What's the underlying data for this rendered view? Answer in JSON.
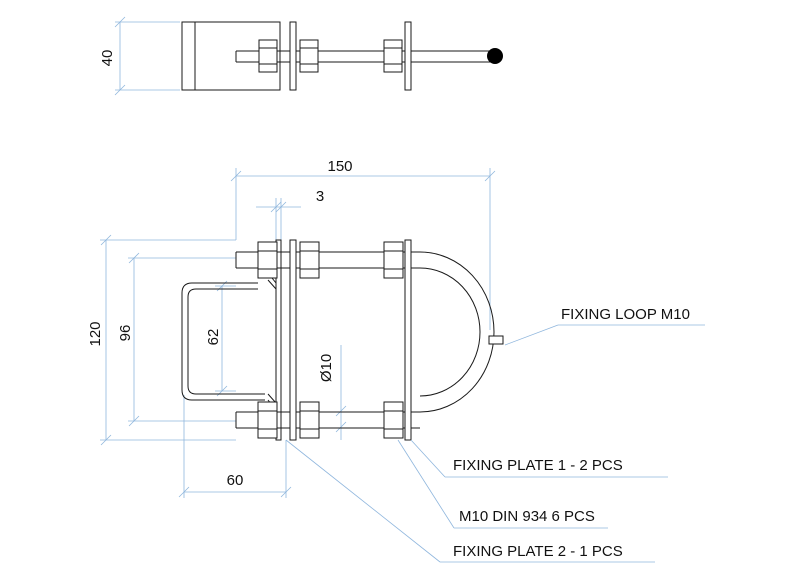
{
  "dimensions": {
    "top_height": "40",
    "overall_width": "150",
    "plate_thickness": "3",
    "overall_height": "120",
    "inner_height": "96",
    "bracket_height": "62",
    "bolt_diameter": "Ø10",
    "bracket_depth": "60"
  },
  "callouts": {
    "fixing_loop": "FIXING LOOP M10",
    "fixing_plate_1": "FIXING PLATE 1 - 2 PCS",
    "nuts": "M10 DIN 934 6 PCS",
    "fixing_plate_2": "FIXING PLATE 2 - 1 PCS"
  }
}
